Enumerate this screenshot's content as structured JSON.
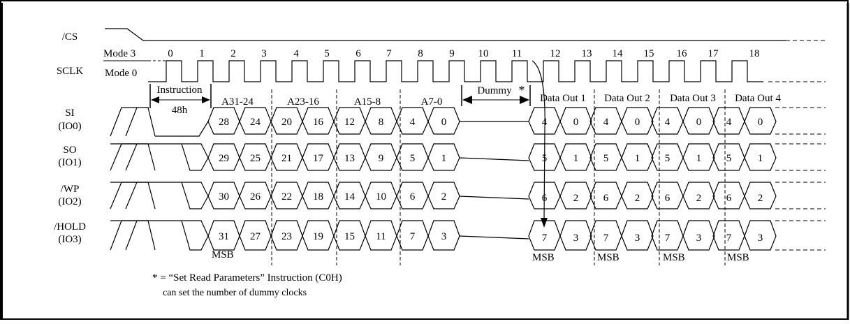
{
  "signals": {
    "cs": "/CS",
    "sclk": "SCLK",
    "si": "SI",
    "si_io": "(IO0)",
    "so": "SO",
    "so_io": "(IO1)",
    "wp": "/WP",
    "wp_io": "(IO2)",
    "hold": "/HOLD",
    "hold_io": "(IO3)"
  },
  "modes": {
    "mode3": "Mode 3",
    "mode0": "Mode 0"
  },
  "clock_numbers": [
    "0",
    "1",
    "2",
    "3",
    "4",
    "5",
    "6",
    "7",
    "8",
    "9",
    "10",
    "11",
    "12",
    "13",
    "14",
    "15",
    "16",
    "17",
    "18"
  ],
  "segments": {
    "instruction": "Instruction",
    "instruction_code": "48h",
    "a31_24": "A31-24",
    "a23_16": "A23-16",
    "a15_8": "A15-8",
    "a7_0": "A7-0",
    "dummy": "Dummy",
    "dummy_mark": "*",
    "data_out_1": "Data Out 1",
    "data_out_2": "Data Out 2",
    "data_out_3": "Data Out 3",
    "data_out_4": "Data Out 4"
  },
  "addr_bits": {
    "io0": [
      "28",
      "24",
      "20",
      "16",
      "12",
      "8",
      "4",
      "0"
    ],
    "io1": [
      "29",
      "25",
      "21",
      "17",
      "13",
      "9",
      "5",
      "1"
    ],
    "io2": [
      "30",
      "26",
      "22",
      "18",
      "14",
      "10",
      "6",
      "2"
    ],
    "io3": [
      "31",
      "27",
      "23",
      "19",
      "15",
      "11",
      "7",
      "3"
    ]
  },
  "data_bits": {
    "io0": [
      "4",
      "0"
    ],
    "io1": [
      "5",
      "1"
    ],
    "io2": [
      "6",
      "2"
    ],
    "io3": [
      "7",
      "3"
    ]
  },
  "msb": "MSB",
  "note": {
    "line1": "* =  “Set Read Parameters” Instruction (C0H)",
    "line2": "can set the number of dummy clocks"
  }
}
